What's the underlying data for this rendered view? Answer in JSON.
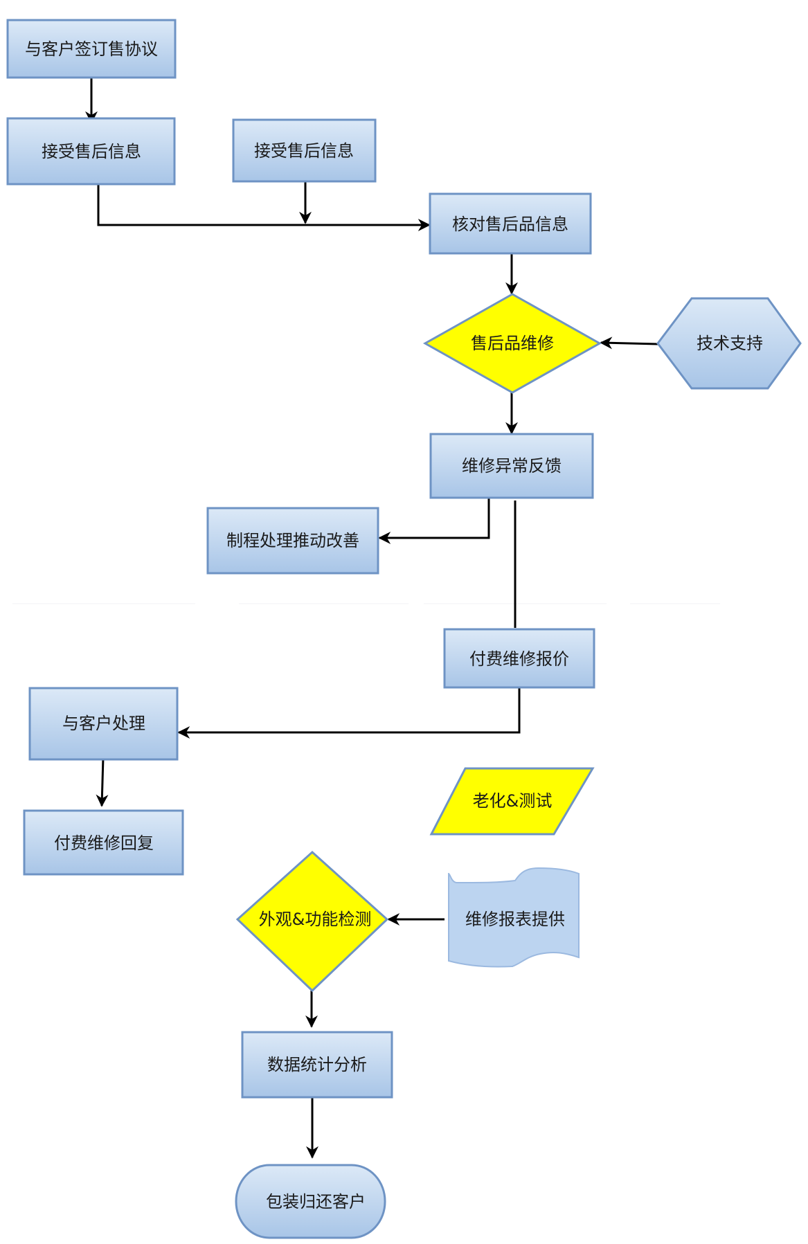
{
  "colors": {
    "box_fill_top": "#dbe8f6",
    "box_fill_bottom": "#a9c6e8",
    "box_stroke": "#6e93c4",
    "decision_fill": "#ffff00",
    "decision_stroke": "#6e93c4",
    "line": "#000000"
  },
  "nodes": {
    "sign_agreement": "与客户签订售协议",
    "receive_info_1": "接受售后信息",
    "receive_info_2": "接受售后信息",
    "verify_info": "核对售后品信息",
    "repair": "售后品维修",
    "tech_support": "技术支持",
    "repair_feedback": "维修异常反馈",
    "process_improve": "制程处理推动改善",
    "paid_quote": "付费维修报价",
    "customer_handle": "与客户处理",
    "paid_reply": "付费维修回复",
    "aging_test": "老化&测试",
    "inspection": "外观&功能检测",
    "repair_report": "维修报表提供",
    "data_analysis": "数据统计分析",
    "return_customer": "包装归还客户"
  }
}
